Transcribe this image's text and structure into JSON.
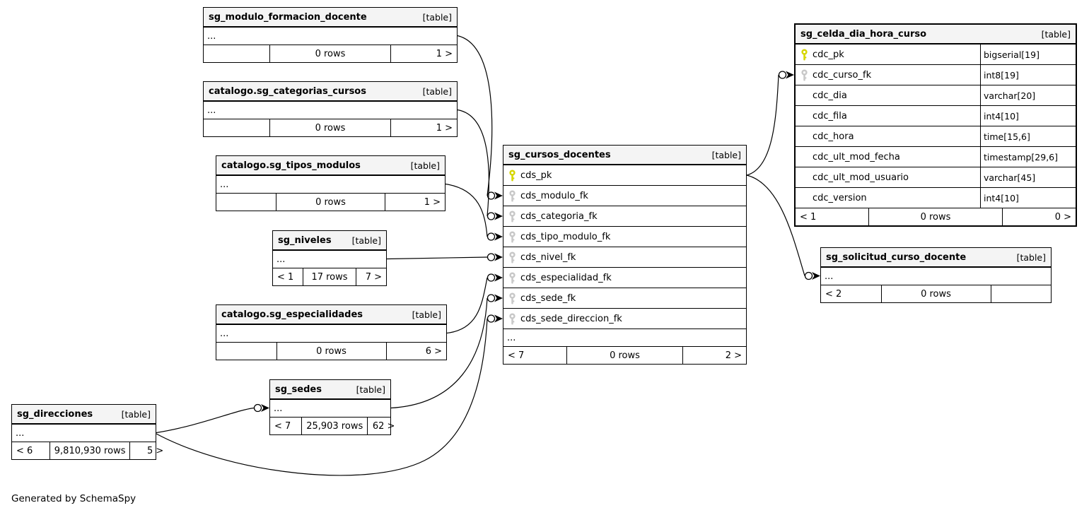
{
  "page": {
    "footnote": "Generated by SchemaSpy"
  },
  "colors": {
    "primary_key": "#d6d600",
    "foreign_key": "#c8c8c8",
    "header_bg": "#f4f4f4",
    "border": "#000000",
    "background": "#ffffff"
  },
  "tables": [
    {
      "id": "sg_modulo_formacion_docente",
      "name": "sg_modulo_formacion_docente",
      "tag": "[table]",
      "columns": [],
      "ellipsis": "...",
      "footer": {
        "left": "",
        "center": "0 rows",
        "right": "1 >"
      }
    },
    {
      "id": "catalogo_sg_categorias_cursos",
      "name": "catalogo.sg_categorias_cursos",
      "tag": "[table]",
      "columns": [],
      "ellipsis": "...",
      "footer": {
        "left": "",
        "center": "0 rows",
        "right": "1 >"
      }
    },
    {
      "id": "catalogo_sg_tipos_modulos",
      "name": "catalogo.sg_tipos_modulos",
      "tag": "[table]",
      "columns": [],
      "ellipsis": "...",
      "footer": {
        "left": "",
        "center": "0 rows",
        "right": "1 >"
      }
    },
    {
      "id": "sg_niveles",
      "name": "sg_niveles",
      "tag": "[table]",
      "columns": [],
      "ellipsis": "...",
      "footer": {
        "left": "< 1",
        "center": "17 rows",
        "right": "7 >"
      }
    },
    {
      "id": "catalogo_sg_especialidades",
      "name": "catalogo.sg_especialidades",
      "tag": "[table]",
      "columns": [],
      "ellipsis": "...",
      "footer": {
        "left": "",
        "center": "0 rows",
        "right": "6 >"
      }
    },
    {
      "id": "sg_sedes",
      "name": "sg_sedes",
      "tag": "[table]",
      "columns": [],
      "ellipsis": "...",
      "footer": {
        "left": "< 7",
        "center": "25,903 rows",
        "right": "62 >"
      }
    },
    {
      "id": "sg_direcciones",
      "name": "sg_direcciones",
      "tag": "[table]",
      "columns": [],
      "ellipsis": "...",
      "footer": {
        "left": "< 6",
        "center": "9,810,930 rows",
        "right": "5 >"
      }
    },
    {
      "id": "sg_cursos_docentes",
      "name": "sg_cursos_docentes",
      "tag": "[table]",
      "columns": [
        {
          "name": "cds_pk",
          "icon": "primary-key-icon"
        },
        {
          "name": "cds_modulo_fk",
          "icon": "foreign-key-icon"
        },
        {
          "name": "cds_categoria_fk",
          "icon": "foreign-key-icon"
        },
        {
          "name": "cds_tipo_modulo_fk",
          "icon": "foreign-key-icon"
        },
        {
          "name": "cds_nivel_fk",
          "icon": "foreign-key-icon"
        },
        {
          "name": "cds_especialidad_fk",
          "icon": "foreign-key-icon"
        },
        {
          "name": "cds_sede_fk",
          "icon": "foreign-key-icon"
        },
        {
          "name": "cds_sede_direccion_fk",
          "icon": "foreign-key-icon"
        }
      ],
      "ellipsis": "...",
      "footer": {
        "left": "< 7",
        "center": "0 rows",
        "right": "2 >"
      }
    },
    {
      "id": "sg_celda_dia_hora_curso",
      "name": "sg_celda_dia_hora_curso",
      "tag": "[table]",
      "emphasized": true,
      "columns": [
        {
          "name": "cdc_pk",
          "type": "bigserial[19]",
          "icon": "primary-key-icon"
        },
        {
          "name": "cdc_curso_fk",
          "type": "int8[19]",
          "icon": "foreign-key-icon"
        },
        {
          "name": "cdc_dia",
          "type": "varchar[20]"
        },
        {
          "name": "cdc_fila",
          "type": "int4[10]"
        },
        {
          "name": "cdc_hora",
          "type": "time[15,6]"
        },
        {
          "name": "cdc_ult_mod_fecha",
          "type": "timestamp[29,6]"
        },
        {
          "name": "cdc_ult_mod_usuario",
          "type": "varchar[45]"
        },
        {
          "name": "cdc_version",
          "type": "int4[10]"
        }
      ],
      "footer": {
        "left": "< 1",
        "center": "0 rows",
        "right": "0 >"
      }
    },
    {
      "id": "sg_solicitud_curso_docente",
      "name": "sg_solicitud_curso_docente",
      "tag": "[table]",
      "columns": [],
      "ellipsis": "...",
      "footer": {
        "left": "< 2",
        "center": "0 rows",
        "right": ""
      }
    }
  ],
  "relationships": [
    {
      "parent": "sg_modulo_formacion_docente",
      "child": "sg_cursos_docentes.cds_modulo_fk"
    },
    {
      "parent": "catalogo.sg_categorias_cursos",
      "child": "sg_cursos_docentes.cds_categoria_fk"
    },
    {
      "parent": "catalogo.sg_tipos_modulos",
      "child": "sg_cursos_docentes.cds_tipo_modulo_fk"
    },
    {
      "parent": "sg_niveles",
      "child": "sg_cursos_docentes.cds_nivel_fk"
    },
    {
      "parent": "catalogo.sg_especialidades",
      "child": "sg_cursos_docentes.cds_especialidad_fk"
    },
    {
      "parent": "sg_sedes",
      "child": "sg_cursos_docentes.cds_sede_fk"
    },
    {
      "parent": "sg_direcciones",
      "child": "sg_sedes"
    },
    {
      "parent": "sg_direcciones",
      "child": "sg_cursos_docentes.cds_sede_direccion_fk"
    },
    {
      "parent": "sg_cursos_docentes.cds_pk",
      "child": "sg_celda_dia_hora_curso.cdc_curso_fk"
    },
    {
      "parent": "sg_cursos_docentes.cds_pk",
      "child": "sg_solicitud_curso_docente"
    }
  ]
}
